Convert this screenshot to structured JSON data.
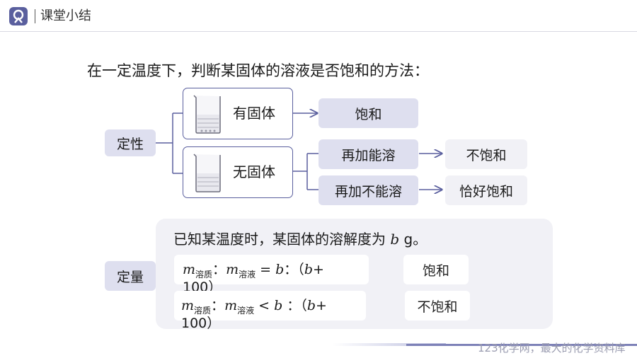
{
  "header": {
    "title": "课堂小结"
  },
  "main": {
    "title": "在一定温度下，判断某固体的溶液是否饱和的方法："
  },
  "qualitative": {
    "label": "定性",
    "with_solid": "有固体",
    "without_solid": "无固体",
    "result_saturated": "饱和",
    "add_can_dissolve": "再加能溶",
    "add_cannot_dissolve": "再加不能溶",
    "result_unsaturated": "不饱和",
    "result_just_saturated": "恰好饱和"
  },
  "quantitative": {
    "label": "定量",
    "premise": "已知某温度时，某固体的溶解度为",
    "premise_var": "b",
    "premise_unit": "g。",
    "formula1": {
      "m1": "m",
      "sub1": "溶质",
      "colon1": "：",
      "m2": "m",
      "sub2": "溶液",
      "op": "= ",
      "b": "b",
      "rest": "：（",
      "b2": "b",
      "tail": "+",
      "line2": "100）",
      "result": "饱和"
    },
    "formula2": {
      "m1": "m",
      "sub1": "溶质",
      "colon1": "：",
      "m2": "m",
      "sub2": "溶液",
      "op": "< ",
      "b": "b",
      "rest": " ：（",
      "b2": "b",
      "tail": "+",
      "line2": "100）",
      "result": "不饱和"
    }
  },
  "footer": {
    "watermark": "123化学网，最大的化学资料库"
  },
  "colors": {
    "accent": "#5a5f9e",
    "pill": "#dedfef",
    "panel": "#f1f1f6"
  },
  "icons": {
    "logo": "app-logo-icon",
    "beaker": "beaker-icon"
  }
}
